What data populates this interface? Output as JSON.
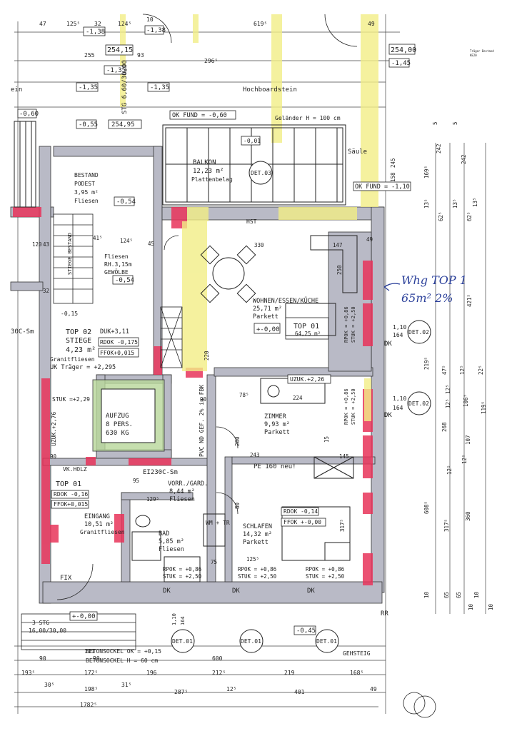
{
  "sheet_note": {
    "line1": "Träger Bestand",
    "line2": "KE20"
  },
  "levels": {
    "top_left_1": "-1,38",
    "top_mid_1": "-1,38",
    "top_left_2": "254,15",
    "top_left_3": "-1,35",
    "top_left_4": "-1,35",
    "top_mid_2": "-1,35",
    "top_right_1": "254,00",
    "top_right_2": "-1,45",
    "ok_fund_1": "OK FUND = -0,60",
    "ok_fund_2": "OK FUND = -1,10",
    "left_mid": "-0,60",
    "left_mid_2": "-0,55",
    "stg_level": "254,95",
    "balcony_lvl": "-0,01",
    "podest_lvl": "-0,54",
    "gew_lvl": "-0,54",
    "room_lvl": "+-0,00",
    "bottom_lvl_1": "+-0,00",
    "bottom_lvl_2": "-0,45",
    "stiege_lvl": "-0,15"
  },
  "rooms": {
    "bestand": {
      "name": "BESTAND",
      "sub": "PODEST",
      "area": "3,95 m²",
      "finish": "Fliesen"
    },
    "balkon": {
      "name": "BALKON",
      "area": "12,23 m²",
      "finish": "Plattenbelag"
    },
    "fliesen": {
      "name": "Fliesen",
      "sub": "RH.3,15m",
      "sub2": "GEWÖLBE"
    },
    "wohnen": {
      "name": "WOHNEN/ESSEN/KÜCHE",
      "area": "25,71 m²",
      "finish": "Parkett"
    },
    "top01_main": {
      "name": "TOP 01",
      "area": "64,25 m²"
    },
    "top02": {
      "name": "TOP 02",
      "sub": "STIEGE",
      "area": "4,23 m²",
      "finish": "Granitfliesen",
      "ukt": "UK Träger = +2,295"
    },
    "aufzug": {
      "name": "AUFZUG",
      "sub": "8 PERS.",
      "weight": "630 KG"
    },
    "zimmer": {
      "name": "ZIMMER",
      "area": "9,93 m²",
      "finish": "Parkett"
    },
    "vorr": {
      "name": "VORR./GARD.",
      "area": "8,44 m²",
      "finish": "Fliesen"
    },
    "bad": {
      "name": "BAD",
      "area": "5,85 m²",
      "finish": "Fliesen"
    },
    "schlafen": {
      "name": "SCHLAFEN",
      "area": "14,32 m²",
      "finish": "Parkett"
    },
    "eingang": {
      "name": "EINGANG",
      "area": "10,51 m²",
      "finish": "Granitfliesen"
    },
    "top01_left": {
      "name": "TOP 01"
    }
  },
  "tags": {
    "duk": "DUK+3,11",
    "rdok_1": "RDOK -0,175",
    "ffok_1": "FFOK+0,015",
    "rdok_2": "RDOK -0,16",
    "ffok_2": "FFOK+0,015",
    "rdok_3": "RDOK -0,14",
    "ffok_3": "FFOK +-0,00",
    "uzuk_1": "UZUK.+2,26",
    "uzuk_2": "UZUK.+2,76",
    "stuk_1": "STUK =+2,29",
    "vk_holz": "VK.HOLZ",
    "rpok_1": "RPOK = +0,86",
    "stuk_2": "STUK = +2,50",
    "rpok_2": "RPOK = +0,86",
    "stuk_3": "STUK = +2,50",
    "rpok_3": "RPOK = +0,86",
    "stuk_4": "STUK = +2,50",
    "rpok_4": "RPOK = +0,86",
    "stuk_5": "STUK = +2,50",
    "rpok_5": "RPOK = +0,86",
    "stuk_6": "STUK = +2,50",
    "ei": "EI230C-Sm",
    "gelander": "Geländer H = 100 cm",
    "hochbord": "Hochboardstein",
    "saule": "Säule",
    "hst": "HST",
    "wm": "WM + TR",
    "fix": "FIX",
    "gehsteig": "GEHSTEIG",
    "beton_1": "BETONSOCKEL OK = +0,15",
    "beton_2": "BETONSOCKEL H = 60 cm",
    "pe": "PE 160 neu!",
    "pvc": "PVC ND GEF. 2% in FBK",
    "stg_note": "STG 6,60/30,00",
    "stg_bottom": "3 STG",
    "stg_bottom2": "16,00/30,00",
    "dk": "DK",
    "rr": "RR",
    "stiege_bestand": "STIEGE BESTAND",
    "ein": "ein",
    "sm": "30C-Sm"
  },
  "details": [
    "DET.01",
    "DET.01",
    "DET.01",
    "DET.02",
    "DET.02",
    "DET.03"
  ],
  "det_side": {
    "w1": "1,10",
    "h1": "164",
    "w2": "1,10",
    "h2": "164"
  },
  "det_bottom": {
    "w": "1,10",
    "h": "164"
  },
  "handwriting": {
    "line1": "Whg TOP 1",
    "line2": "65m² 2%"
  },
  "top_dims": [
    "47",
    "125⁵",
    "32",
    "124⁵",
    "10",
    "619⁵",
    "49"
  ],
  "top_dims_2": [
    "255",
    "93",
    "296⁵"
  ],
  "inner_dims": [
    "124⁵",
    "41⁵",
    "45",
    "330",
    "147",
    "49",
    "250",
    "32",
    "78⁵",
    "90",
    "224",
    "15",
    "145",
    "200",
    "95",
    "129⁵",
    "243",
    "125⁵",
    "75",
    "317⁵",
    "90",
    "120",
    "43",
    "80",
    "220"
  ],
  "right_dims": [
    "5",
    "242",
    "5",
    "242",
    "169⁵",
    "13⁵",
    "62⁵",
    "13⁵",
    "62⁵",
    "13⁵",
    "421⁵",
    "219⁵",
    "47⁵",
    "12⁵",
    "12⁵",
    "22⁵",
    "12⁵",
    "106⁵",
    "119⁵",
    "268",
    "107",
    "12⁵",
    "608⁵",
    "12⁵",
    "317⁵",
    "360",
    "10",
    "65",
    "65",
    "10",
    "10",
    "10",
    "245",
    "158"
  ],
  "bottom_dims_1": [
    "90",
    "111",
    "90",
    "600"
  ],
  "bottom_dims_2": [
    "193⁵",
    "172⁵",
    "196",
    "212⁵",
    "219",
    "168⁵"
  ],
  "bottom_dims_3": [
    "30⁵",
    "198⁵",
    "31⁵",
    "287⁵",
    "12⁵",
    "401",
    "49"
  ],
  "bottom_dims_4": [
    "1782⁵"
  ],
  "colors": {
    "wall": "#b9bac6",
    "red": "#e8345a",
    "yellow": "#f2ee86",
    "line": "#1a1a1a",
    "brown": "#c8a890",
    "green": "#b8d89a",
    "blue": "#2a3f9a"
  }
}
